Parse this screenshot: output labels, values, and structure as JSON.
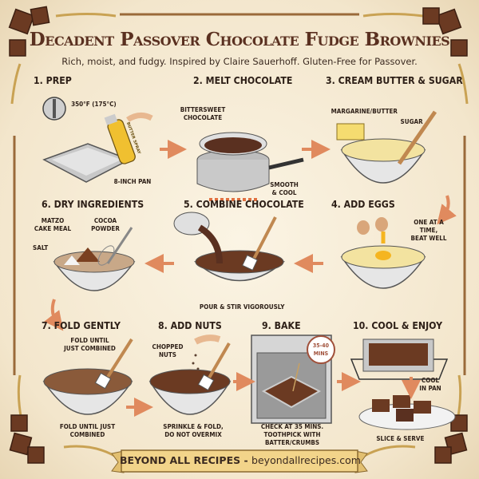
{
  "title": "Decadent Passover Chocolate Fudge Brownies",
  "subtitle": "Rich, moist, and fudgy. Inspired by Claire Sauerhoff. Gluten-Free for Passover.",
  "steps": [
    {
      "heading": "1. PREP",
      "notes": [
        "350°F (175°C)",
        "8-INCH PAN"
      ],
      "can_label": "BUTTER SPRAY"
    },
    {
      "heading": "2. MELT CHOCOLATE",
      "notes": [
        "BITTERSWEET CHOCOLATE",
        "SMOOTH & COOL"
      ]
    },
    {
      "heading": "3. CREAM BUTTER & SUGAR",
      "notes": [
        "MARGARINE/BUTTER",
        "SUGAR"
      ]
    },
    {
      "heading": "4. ADD EGGS",
      "notes": [
        "ONE AT A TIME, BEAT WELL"
      ]
    },
    {
      "heading": "5. COMBINE CHOCOLATE",
      "notes": [
        "POUR & STIR VIGOROUSLY"
      ]
    },
    {
      "heading": "6. DRY INGREDIENTS",
      "notes": [
        "MATZO CAKE MEAL",
        "COCOA POWDER",
        "SALT"
      ]
    },
    {
      "heading": "7. FOLD GENTLY",
      "notes": [
        "FOLD UNTIL JUST COMBINED",
        "FOLD UNTIL JUST COMBINED"
      ]
    },
    {
      "heading": "8. ADD NUTS",
      "notes": [
        "CHOPPED NUTS",
        "SPRINKLE & FOLD, DO NOT OVERMIX"
      ]
    },
    {
      "heading": "9. BAKE",
      "notes": [
        "35-40 MINS",
        "CHECK AT 35 MINS. TOOTHPICK WITH BATTER/CRUMBS"
      ]
    },
    {
      "heading": "10. COOL & ENJOY",
      "notes": [
        "COOL IN PAN",
        "SLICE & SERVE"
      ]
    }
  ],
  "footer": {
    "brand": "BEYOND ALL RECIPES",
    "separator": " - ",
    "url": "beyondallrecipes.com"
  },
  "colors": {
    "chocolate": "#5a3020",
    "arrow": "#e08a5e",
    "parchment": "#f6ecd8",
    "banner": "#f2d48a",
    "border": "#9a6a3a"
  },
  "icons": [
    "oven-dial-icon",
    "spray-can-icon",
    "baking-pan-icon",
    "double-boiler-icon",
    "mixing-bowl-icon",
    "egg-icon",
    "whisk-icon",
    "spatula-icon",
    "oven-icon",
    "timer-icon",
    "cooling-rack-icon",
    "brownie-plate-icon",
    "wheat-icon",
    "chocolate-square-icon",
    "arrow-icon"
  ]
}
